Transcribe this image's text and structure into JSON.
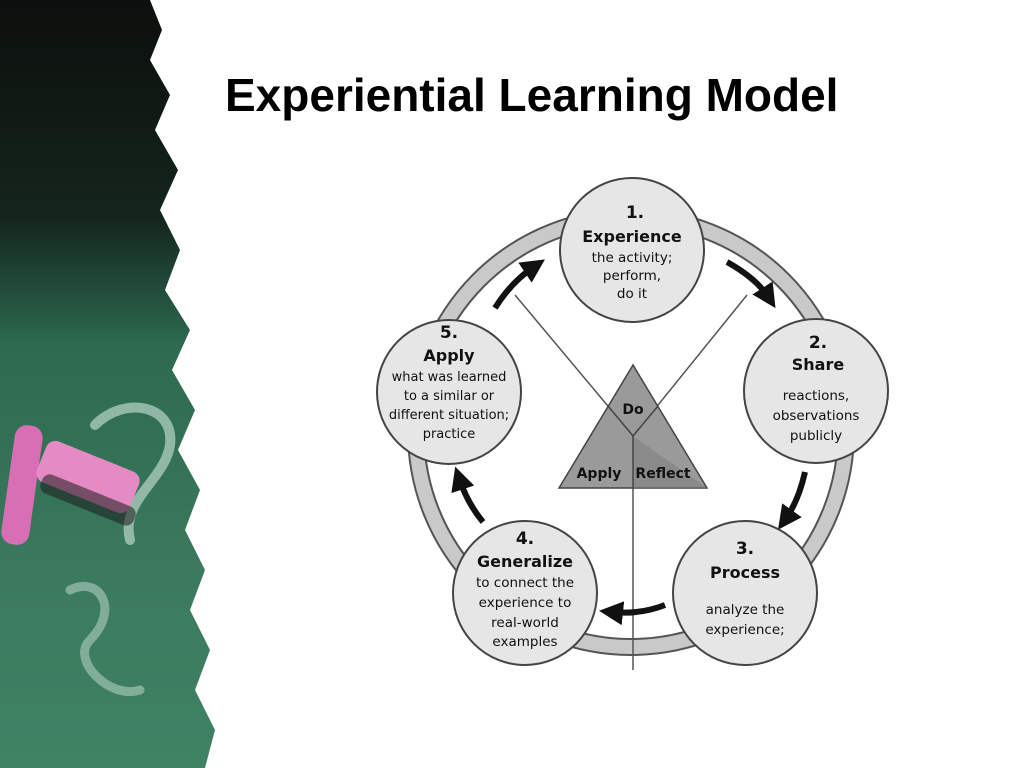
{
  "slide": {
    "title": "Experiential Learning Model"
  },
  "colors": {
    "ring": "#c9c9c9",
    "ring_stroke": "#555555",
    "node_fill": "#e6e6e6",
    "node_stroke": "#444444",
    "triangle_fill": "#9a9a9a",
    "triangle_fill_dark": "#7e7e7e",
    "arrow": "#111111",
    "chalkboard": "#2f6b52"
  },
  "icons": [
    "chalkboard-image",
    "pink-chalk-icon",
    "cycle-arrow-icon"
  ],
  "diagram": {
    "nodes": [
      {
        "number": "1.",
        "name": "Experience",
        "description": [
          "the activity;",
          "perform,",
          "do it"
        ]
      },
      {
        "number": "2.",
        "name": "Share",
        "description": [
          "reactions,",
          "observations",
          "publicly"
        ]
      },
      {
        "number": "3.",
        "name": "Process",
        "description": [
          "analyze  the",
          "experience;"
        ]
      },
      {
        "number": "4.",
        "name": "Generalize",
        "description": [
          "to connect the",
          "experience to",
          "real-world",
          "examples"
        ]
      },
      {
        "number": "5.",
        "name": "Apply",
        "description": [
          "what was learned",
          "to a similar or",
          "different situation;",
          "practice"
        ]
      }
    ],
    "triangle": {
      "top": "Do",
      "left": "Apply",
      "right": "Reflect"
    }
  }
}
